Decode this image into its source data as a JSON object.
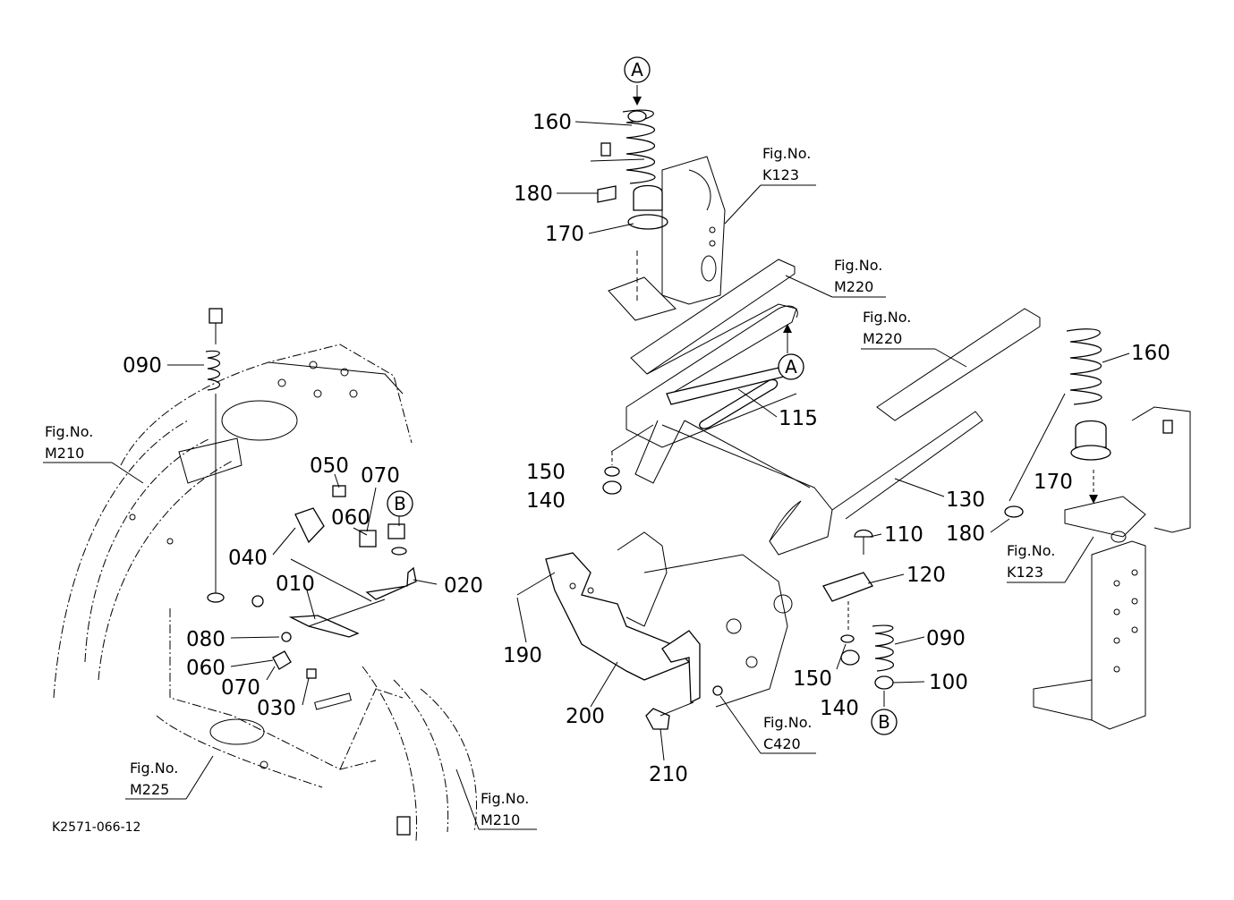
{
  "drawing_ref": "K2571-066-12",
  "fig_prefix": "Fig.No.",
  "fig_refs": {
    "k123_top": "K123",
    "m220_a": "M220",
    "m220_b": "M220",
    "m210_left": "M210",
    "k123_right": "K123",
    "c420": "C420",
    "m225": "M225",
    "m210_bottom": "M210"
  },
  "callouts": {
    "a": "A",
    "b": "B"
  },
  "part_numbers": {
    "p160_top": "160",
    "p180_top": "180",
    "p170_top": "170",
    "p115": "115",
    "p150_mid": "150",
    "p140_mid": "140",
    "p130": "130",
    "p160_right": "160",
    "p170_right": "170",
    "p180_right": "180",
    "p110": "110",
    "p120": "120",
    "p090_right": "090",
    "p150_low": "150",
    "p100": "100",
    "p140_low": "140",
    "p190": "190",
    "p200": "200",
    "p210": "210",
    "p090_left": "090",
    "p050": "050",
    "p070_top": "070",
    "p060_top": "060",
    "p040": "040",
    "p010": "010",
    "p020": "020",
    "p080": "080",
    "p060_low": "060",
    "p070_low": "070",
    "p030": "030"
  }
}
